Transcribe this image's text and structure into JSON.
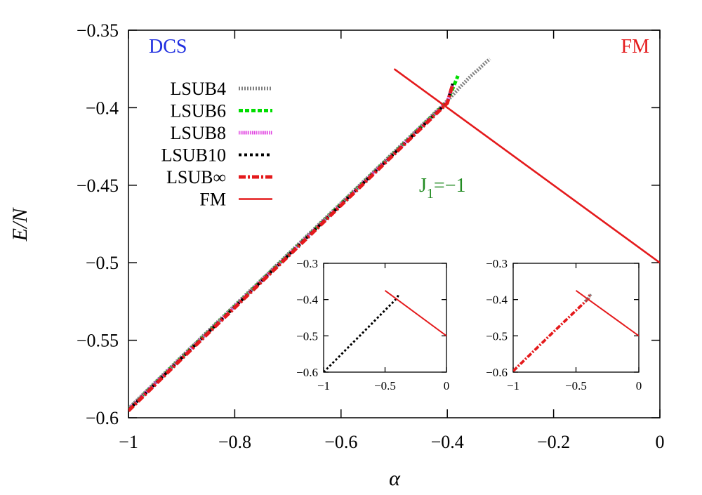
{
  "colors": {
    "LSUB4": "#808080",
    "LSUB6": "#00dd00",
    "LSUB8": "#e040e0",
    "LSUB10": "#000000",
    "LSUBinf": "#e41a1c",
    "FM": "#e41a1c",
    "annot_dcs": "#1f2ee0",
    "annot_fm": "#e41a1c",
    "annot_j1": "#228b22"
  },
  "chart_data": [
    {
      "type": "line",
      "xlabel": "α",
      "ylabel": "E/N",
      "xlim": [
        -1,
        0
      ],
      "ylim": [
        -0.6,
        -0.35
      ],
      "xticks": [
        -1,
        -0.8,
        -0.6,
        -0.4,
        -0.2,
        0
      ],
      "xtick_labels": [
        "−1",
        "−0.8",
        "−0.6",
        "−0.4",
        "−0.2",
        "0"
      ],
      "yticks": [
        -0.6,
        -0.55,
        -0.5,
        -0.45,
        -0.4,
        -0.35
      ],
      "ytick_labels": [
        "−0.6",
        "−0.55",
        "−0.5",
        "−0.45",
        "−0.4",
        "−0.35"
      ],
      "legend_position": "top-left",
      "annotations": [
        {
          "text": "DCS",
          "color_key": "annot_dcs"
        },
        {
          "text": "FM",
          "color_key": "annot_fm"
        },
        {
          "text": "J",
          "sub": "1",
          "suffix": "=−1",
          "color_key": "annot_j1"
        }
      ],
      "series": [
        {
          "name": "LSUB4",
          "style": "dotted-thick",
          "x": [
            -1,
            -0.9,
            -0.8,
            -0.7,
            -0.6,
            -0.5,
            -0.4,
            -0.36,
            -0.32
          ],
          "y": [
            -0.594,
            -0.5605,
            -0.5275,
            -0.4945,
            -0.4615,
            -0.4285,
            -0.3955,
            -0.381,
            -0.3685
          ]
        },
        {
          "name": "LSUB6",
          "style": "dashed-thick",
          "x": [
            -1,
            -0.9,
            -0.8,
            -0.7,
            -0.6,
            -0.5,
            -0.4,
            -0.38
          ],
          "y": [
            -0.5945,
            -0.561,
            -0.528,
            -0.495,
            -0.462,
            -0.429,
            -0.396,
            -0.3795
          ]
        },
        {
          "name": "LSUB8",
          "style": "dotted-fine",
          "x": [
            -1,
            -0.9,
            -0.8,
            -0.7,
            -0.6,
            -0.5,
            -0.4,
            -0.39
          ],
          "y": [
            -0.5945,
            -0.5612,
            -0.5282,
            -0.4952,
            -0.4622,
            -0.4292,
            -0.3962,
            -0.3855
          ]
        },
        {
          "name": "LSUB10",
          "style": "dotted",
          "x": [
            -1,
            -0.9,
            -0.8,
            -0.7,
            -0.6,
            -0.5,
            -0.4,
            -0.39
          ],
          "y": [
            -0.595,
            -0.5615,
            -0.5285,
            -0.4955,
            -0.4625,
            -0.4295,
            -0.3965,
            -0.3845
          ]
        },
        {
          "name": "LSUB∞",
          "style": "dashdot",
          "x": [
            -1,
            -0.9,
            -0.8,
            -0.7,
            -0.6,
            -0.5,
            -0.4,
            -0.39
          ],
          "y": [
            -0.5955,
            -0.562,
            -0.529,
            -0.496,
            -0.463,
            -0.43,
            -0.397,
            -0.385
          ]
        },
        {
          "name": "FM",
          "style": "solid",
          "x": [
            -0.5,
            0
          ],
          "y": [
            -0.375,
            -0.5
          ]
        }
      ]
    },
    {
      "type": "line",
      "xlim": [
        -1,
        0
      ],
      "ylim": [
        -0.6,
        -0.3
      ],
      "xticks": [
        -1,
        -0.5,
        0
      ],
      "xtick_labels": [
        "−1",
        "−0.5",
        "0"
      ],
      "yticks": [
        -0.6,
        -0.5,
        -0.4,
        -0.3
      ],
      "ytick_labels": [
        "−0.6",
        "−0.5",
        "−0.4",
        "−0.3"
      ],
      "series": [
        {
          "ref": "LSUB10",
          "style": "dotted",
          "x": [
            -1,
            -0.7,
            -0.4,
            -0.39
          ],
          "y": [
            -0.6,
            -0.498,
            -0.395,
            -0.385
          ]
        },
        {
          "ref": "FM",
          "style": "solid",
          "x": [
            -0.5,
            0
          ],
          "y": [
            -0.375,
            -0.5
          ]
        }
      ]
    },
    {
      "type": "line",
      "xlim": [
        -1,
        0
      ],
      "ylim": [
        -0.6,
        -0.3
      ],
      "xticks": [
        -1,
        -0.5,
        0
      ],
      "xtick_labels": [
        "−1",
        "−0.5",
        "0"
      ],
      "yticks": [
        -0.6,
        -0.5,
        -0.4,
        -0.3
      ],
      "ytick_labels": [
        "−0.6",
        "−0.5",
        "−0.4",
        "−0.3"
      ],
      "series": [
        {
          "ref": "LSUBinf",
          "style": "dashdot",
          "x": [
            -1,
            -0.7,
            -0.4,
            -0.39
          ],
          "y": [
            -0.597,
            -0.496,
            -0.397,
            -0.385
          ]
        },
        {
          "ref": "LSUB4",
          "style": "dotted-thick",
          "x": [
            -0.43,
            -0.4,
            -0.38
          ],
          "y": [
            -0.405,
            -0.395,
            -0.385
          ]
        },
        {
          "ref": "FM",
          "style": "solid",
          "x": [
            -0.5,
            0
          ],
          "y": [
            -0.375,
            -0.5
          ]
        }
      ]
    }
  ]
}
